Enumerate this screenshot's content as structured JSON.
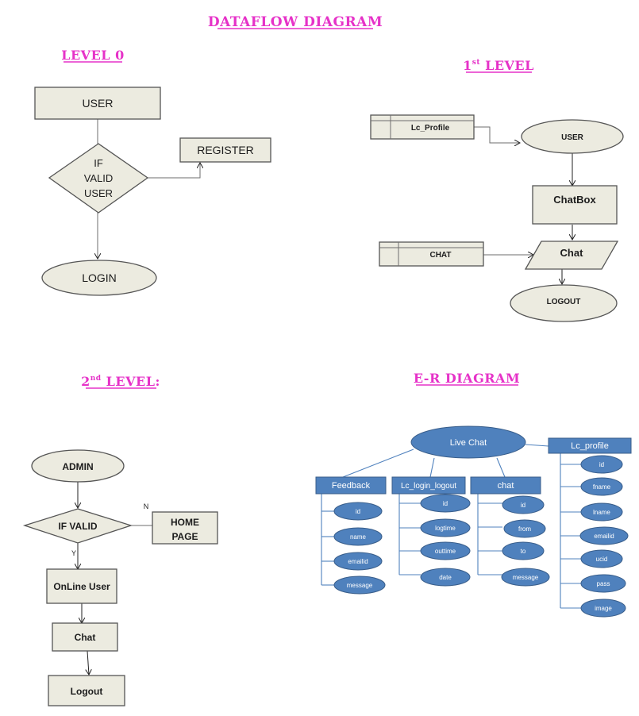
{
  "titles": {
    "main": "DATAFLOW DIAGRAM",
    "level0": "LEVEL 0",
    "level1_num": "1",
    "level1_sup": "st",
    "level1_rest": " LEVEL",
    "level2_num": "2",
    "level2_sup": "nd",
    "level2_rest": " LEVEL:",
    "er": "E-R  DIAGRAM"
  },
  "level0": {
    "user": "USER",
    "decision": [
      "IF",
      "VALID",
      "USER"
    ],
    "register": "REGISTER",
    "login": "LOGIN"
  },
  "level1": {
    "profile_store": "Lc_Profile",
    "user": "USER",
    "chatbox": "ChatBox",
    "chat_store": "CHAT",
    "chat": "Chat",
    "logout": "LOGOUT"
  },
  "level2": {
    "admin": "ADMIN",
    "decision": "IF VALID",
    "no_label": "N",
    "yes_label": "Y",
    "home_page": [
      "HOME",
      "PAGE"
    ],
    "online_user": "OnLine User",
    "chat": "Chat",
    "logout": "Logout"
  },
  "er": {
    "root": "Live Chat",
    "entities": [
      {
        "name": "Feedback",
        "attributes": [
          "id",
          "name",
          "emailid",
          "message"
        ]
      },
      {
        "name": "Lc_login_logout",
        "attributes": [
          "id",
          "logtime",
          "outtime",
          "date"
        ]
      },
      {
        "name": "chat",
        "attributes": [
          "id",
          "from",
          "to",
          "message"
        ]
      },
      {
        "name": "Lc_profile",
        "attributes": [
          "id",
          "fname",
          "lname",
          "emailid",
          "ucid",
          "pass",
          "image"
        ]
      }
    ]
  },
  "colors": {
    "title": "#e632c8",
    "box_fill": "#ecebe0",
    "er_blue": "#4f81bd"
  }
}
